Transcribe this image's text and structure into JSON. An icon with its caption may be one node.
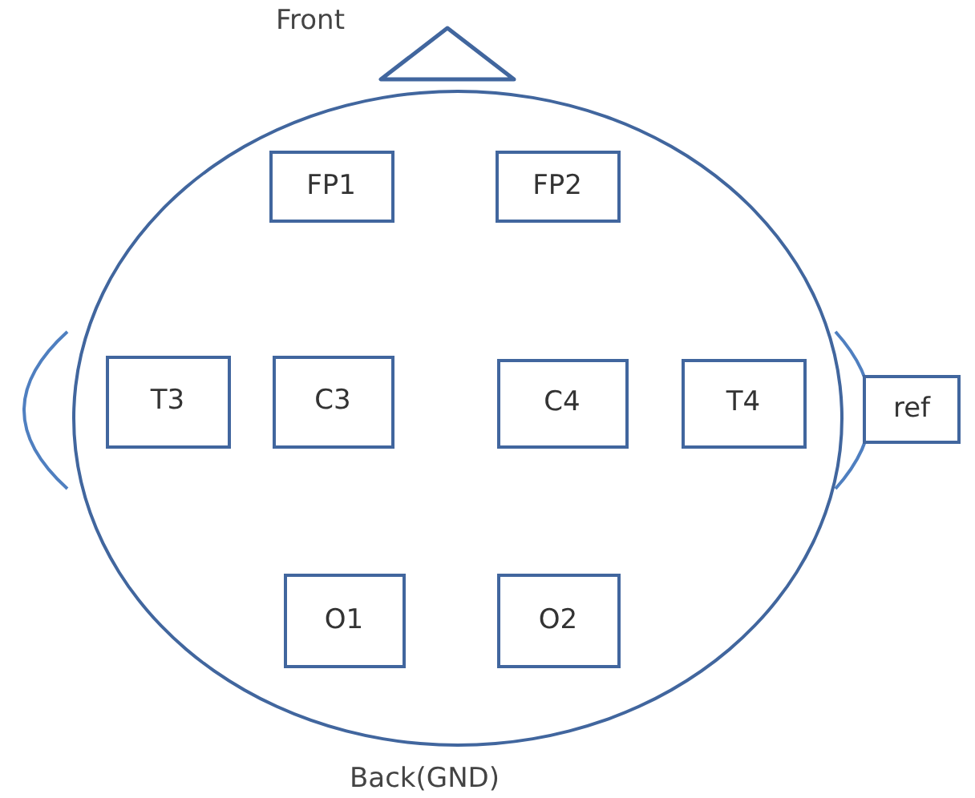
{
  "diagram": {
    "nodes": [
      {
        "text": [],
        "shape": "triangle"
      },
      {
        "text": [],
        "shape": "ellipse"
      },
      {
        "text": [
          "FP1"
        ],
        "in": 1
      },
      {
        "text": [
          "FP2"
        ],
        "in": 1
      },
      {
        "text": [
          "T3"
        ],
        "in": 1
      },
      {
        "text": [
          "C3"
        ],
        "in": 1
      },
      {
        "text": [
          "C4"
        ],
        "in": 1
      },
      {
        "text": [
          "T4"
        ],
        "in": 1
      },
      {
        "text": [
          "ref"
        ]
      },
      {
        "text": [
          "O1"
        ],
        "in": 1
      },
      {
        "text": [
          "O2"
        ],
        "in": 1
      }
    ],
    "labels": [
      "Front",
      "Back(GND)"
    ]
  }
}
